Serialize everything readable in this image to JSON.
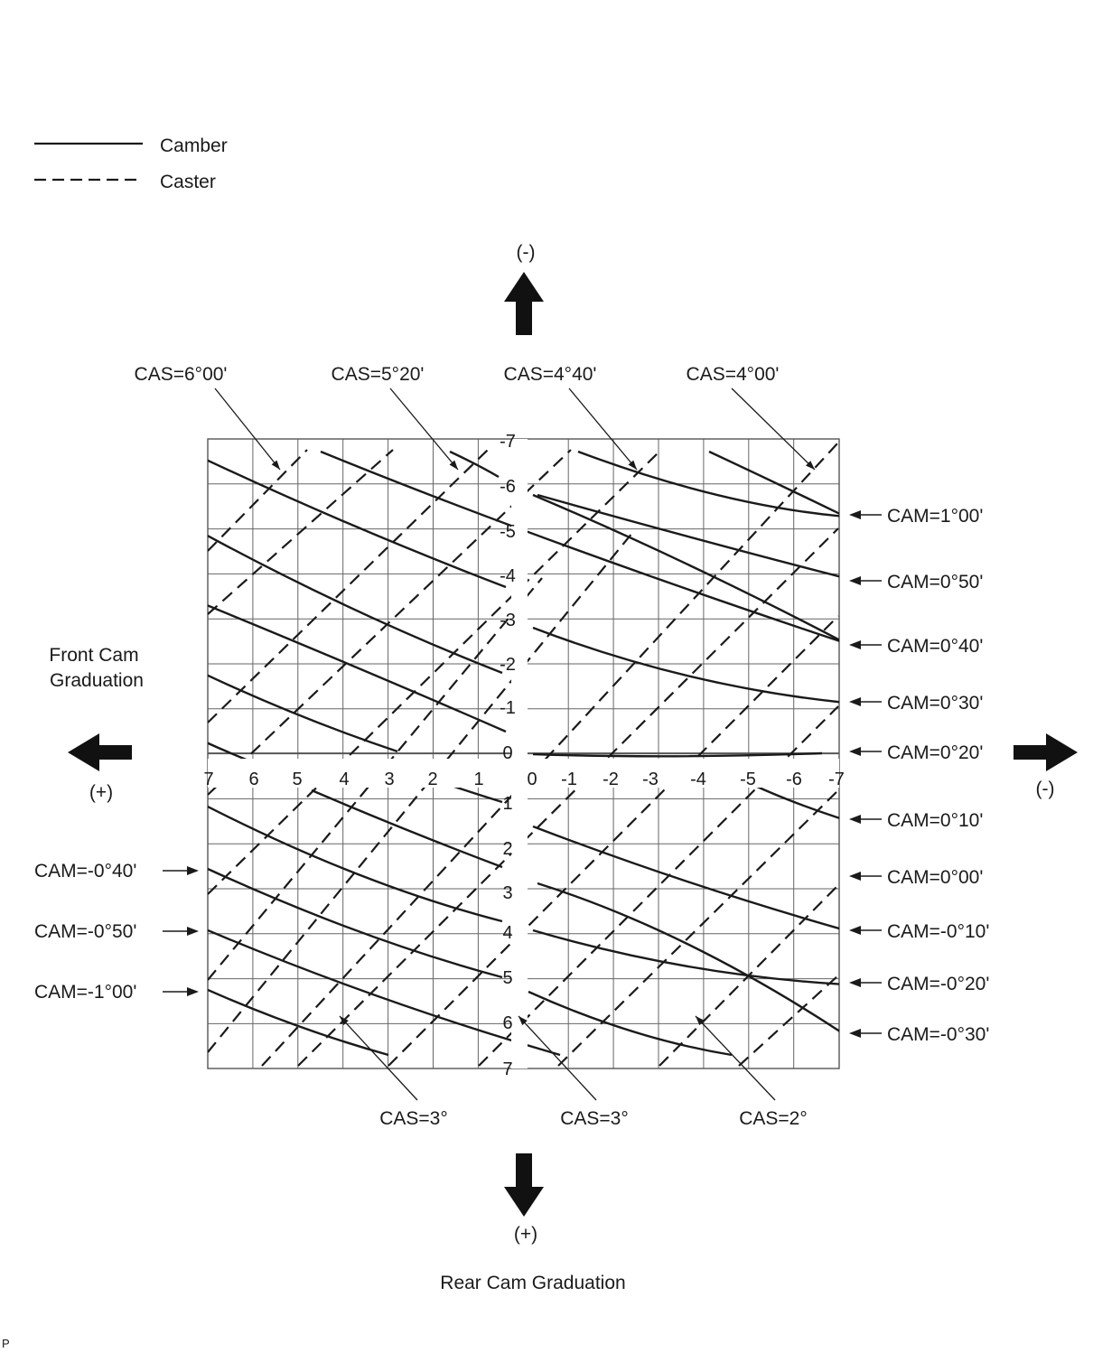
{
  "legend": {
    "camber_label": "Camber",
    "caster_label": "Caster"
  },
  "axis": {
    "top_sign": "(-)",
    "bottom_sign": "(+)",
    "left_sign": "(+)",
    "right_sign": "(-)",
    "front_title_line1": "Front Cam",
    "front_title_line2": "Graduation",
    "rear_title": "Rear Cam Graduation",
    "front_ticks": [
      "7",
      "6",
      "5",
      "4",
      "3",
      "2",
      "1",
      "0",
      "-1",
      "-2",
      "-3",
      "-4",
      "-5",
      "-6",
      "-7"
    ],
    "rear_ticks": [
      "-7",
      "-6",
      "-5",
      "-4",
      "-3",
      "-2",
      "-1",
      "0",
      "1",
      "2",
      "3",
      "4",
      "5",
      "6",
      "7"
    ]
  },
  "caster_labels_top": [
    "CAS=6°00'",
    "CAS=5°20'",
    "CAS=4°40'",
    "CAS=4°00'"
  ],
  "caster_labels_bottom": [
    "CAS=3°",
    "CAS=3°",
    "CAS=2°"
  ],
  "camber_labels_right": [
    "CAM=1°00'",
    "CAM=0°50'",
    "CAM=0°40'",
    "CAM=0°30'",
    "CAM=0°20'",
    "CAM=0°10'",
    "CAM=0°00'",
    "CAM=-0°10'",
    "CAM=-0°20'",
    "CAM=-0°30'"
  ],
  "camber_labels_left": [
    "CAM=-0°40'",
    "CAM=-0°50'",
    "CAM=-1°00'"
  ],
  "corner_mark": "P"
}
